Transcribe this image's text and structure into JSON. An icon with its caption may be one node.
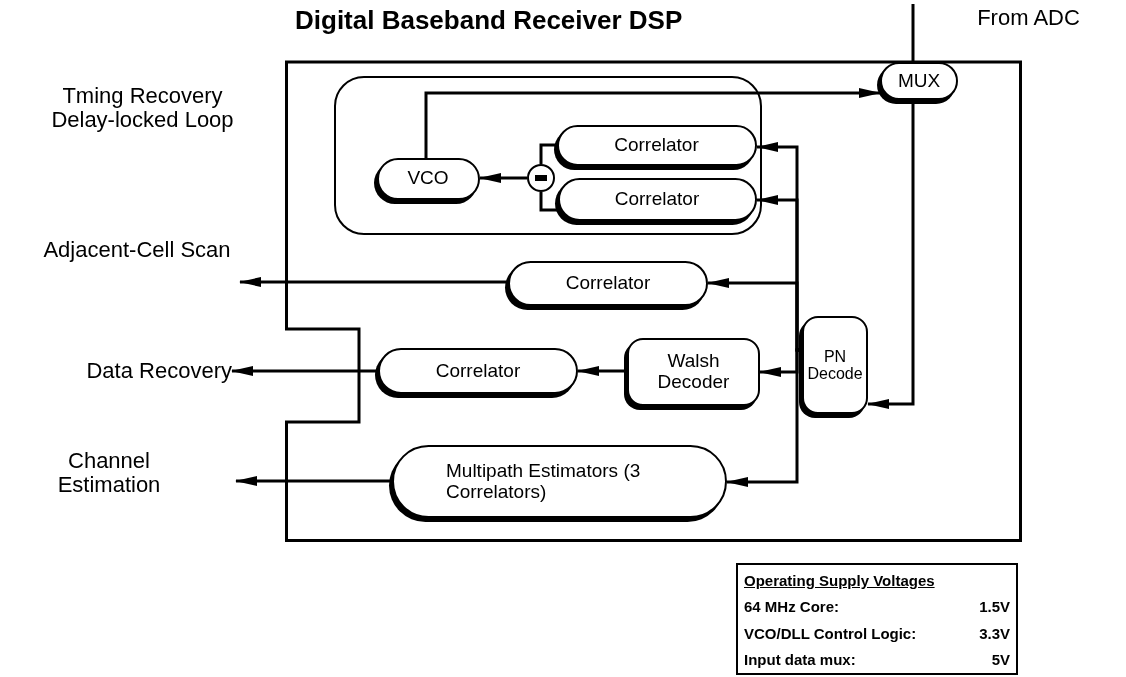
{
  "diagram": {
    "nodes": [
      {
        "text": [
          "Digital Baseband Receiver DSP"
        ]
      },
      {
        "text": [],
        "shape": "box",
        "in": 0
      },
      {
        "text": [
          "MUX"
        ],
        "in": 0
      },
      {
        "text": [
          "VCO"
        ],
        "in": 1
      },
      {
        "text": [],
        "shape": "circle",
        "in": 1
      },
      {
        "text": [
          "Correlator"
        ],
        "in": 1
      },
      {
        "text": [
          "Correlator"
        ],
        "in": 1
      },
      {
        "text": [
          "Correlator"
        ],
        "in": 0
      },
      {
        "text": [
          "PN Decode"
        ],
        "in": 0
      },
      {
        "text": [
          "Walsh Decoder"
        ],
        "in": 0
      },
      {
        "text": [
          "Correlator"
        ],
        "in": 0
      },
      {
        "text": [
          "Multipath Estimators (3 Correlators)"
        ],
        "in": 0
      },
      {
        "text": [
          "From ADC"
        ]
      },
      {
        "text": [
          "Adjacent-Cell Scan"
        ]
      },
      {
        "text": [
          "Data Recovery"
        ]
      },
      {
        "text": [
          "Channel Estimation"
        ]
      }
    ],
    "edges": [
      {
        "from": 12,
        "to": 2,
        "arrow": "none"
      },
      {
        "from": 3,
        "to": 2,
        "arrow": "to"
      },
      {
        "from": 2,
        "to": 8,
        "arrow": "to"
      },
      {
        "from": 8,
        "to": 5,
        "arrow": "to"
      },
      {
        "from": 8,
        "to": 6,
        "arrow": "to"
      },
      {
        "from": 8,
        "to": 7,
        "arrow": "to"
      },
      {
        "from": 8,
        "to": 9,
        "arrow": "to"
      },
      {
        "from": 8,
        "to": 11,
        "arrow": "to"
      },
      {
        "from": 5,
        "to": 4,
        "arrow": "none"
      },
      {
        "from": 6,
        "to": 4,
        "arrow": "none"
      },
      {
        "from": 4,
        "to": 3,
        "arrow": "to"
      },
      {
        "from": 7,
        "to": 13,
        "arrow": "to"
      },
      {
        "from": 9,
        "to": 10,
        "arrow": "to"
      },
      {
        "from": 10,
        "to": 14,
        "arrow": "to"
      },
      {
        "from": 11,
        "to": 15,
        "arrow": "to"
      }
    ],
    "labels": [
      "Tming Recovery Delay-locked Loop",
      "Operating Supply Voltages",
      "64 MHz Core:",
      "1.5V",
      "VCO/DLL Control Logic:",
      "3.3V",
      "Input data mux:",
      "5V"
    ]
  }
}
